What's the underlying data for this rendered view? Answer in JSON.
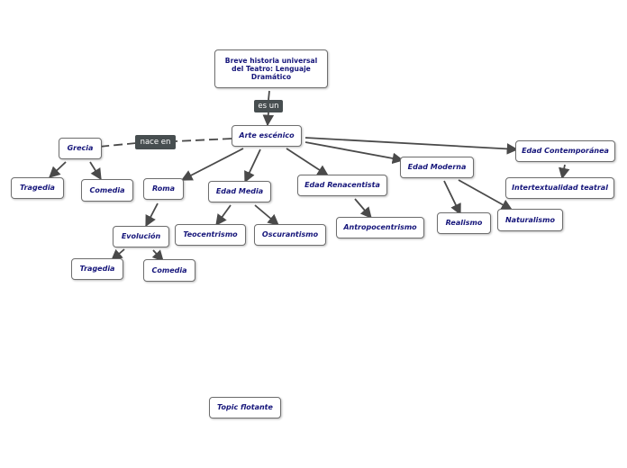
{
  "map": {
    "root": "Breve historia universal del Teatro: Lenguaje Dramático",
    "arte": "Arte escénico",
    "grecia": "Grecia",
    "grecia_tragedia": "Tragedia",
    "grecia_comedia": "Comedia",
    "roma": "Roma",
    "evolucion": "Evolución",
    "evol_tragedia": "Tragedia",
    "evol_comedia": "Comedia",
    "edad_media": "Edad Media",
    "teocentrismo": "Teocentrismo",
    "oscurantismo": "Oscurantismo",
    "renacentista": "Edad Renacentista",
    "antropocentrismo": "Antropocentrismo",
    "moderna": "Edad Moderna",
    "realismo": "Realismo",
    "naturalismo": "Naturalismo",
    "contemporanea": "Edad Contemporánea",
    "intertextualidad": "Intertextualidad teatral",
    "flotante": "Topic flotante"
  },
  "links": {
    "es_un": "es un",
    "nace_en": "nace en"
  },
  "colors": {
    "edge": "#4a4a4a",
    "label_bg": "#474e50",
    "node_text": "#15157a"
  }
}
